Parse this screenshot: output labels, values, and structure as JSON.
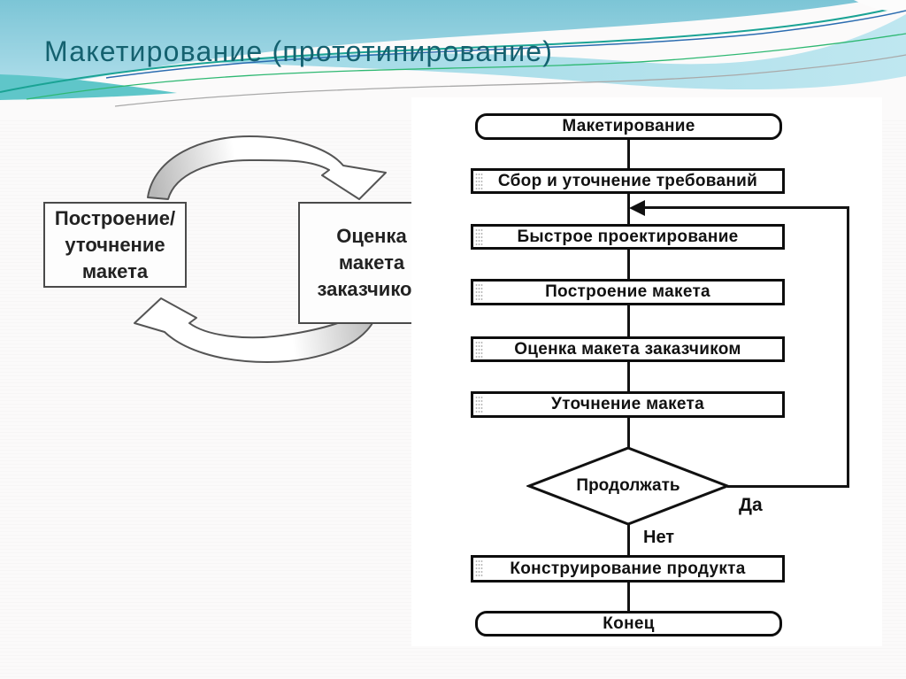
{
  "slide": {
    "title": "Макетирование (прототипирование)"
  },
  "cycle": {
    "left_box": {
      "lines": [
        "Построение/",
        "уточнение",
        "макета"
      ]
    },
    "right_box": {
      "lines": [
        "Оценка",
        "макета",
        "заказчиком"
      ]
    }
  },
  "flowchart": {
    "nodes": [
      {
        "type": "terminator",
        "label": "Макетирование"
      },
      {
        "type": "process",
        "label": "Сбор и уточнение требований"
      },
      {
        "type": "process",
        "label": "Быстрое проектирование"
      },
      {
        "type": "process",
        "label": "Построение макета"
      },
      {
        "type": "process",
        "label": "Оценка макета заказчиком"
      },
      {
        "type": "process",
        "label": "Уточнение макета"
      },
      {
        "type": "decision",
        "label": "Продолжать"
      },
      {
        "type": "process",
        "label": "Конструирование продукта"
      },
      {
        "type": "terminator",
        "label": "Конец"
      }
    ],
    "branch_labels": {
      "yes": "Да",
      "no": "Нет"
    }
  },
  "colors": {
    "title_text": "#14616f",
    "header_sky_top": "#7cc5d6",
    "header_sky_bottom": "#c6e9f1",
    "header_line_teal": "#1aa394",
    "header_line_blue": "#2b6cb0",
    "header_line_green": "#2eb872",
    "header_line_gray": "#a9a9a9",
    "diagram_ink": "#111111",
    "cycle_arrow_shade": "#b8b8b8"
  }
}
